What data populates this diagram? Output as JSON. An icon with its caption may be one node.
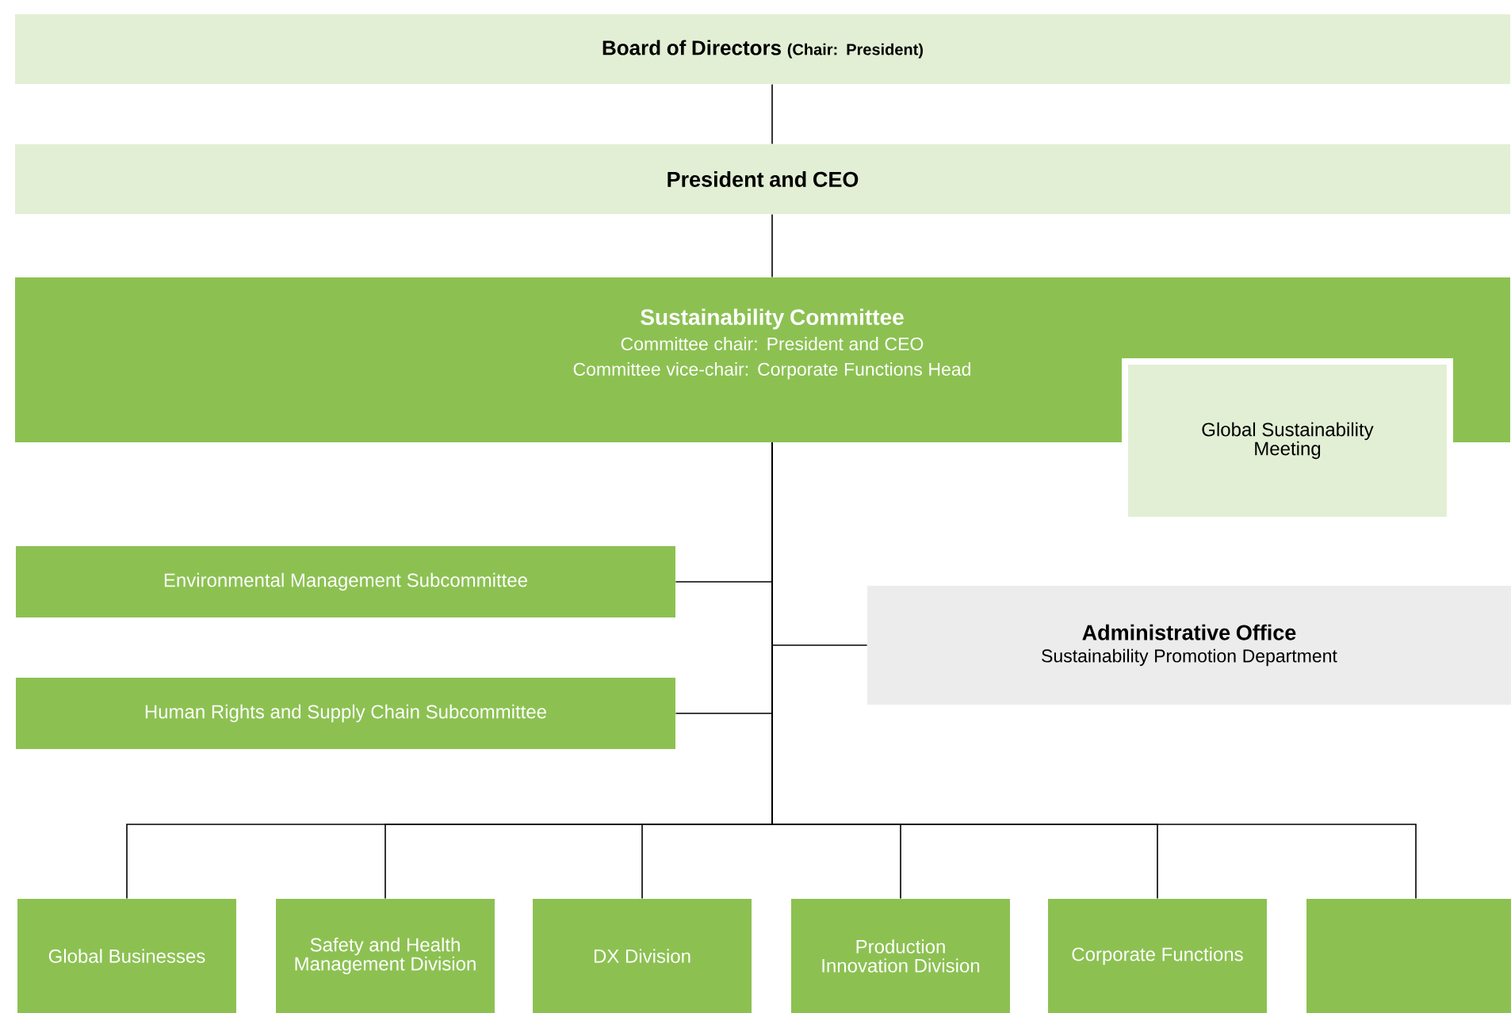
{
  "diagram": {
    "nodes": [
      {
        "text": [
          "Board of Directors",
          "(Chair: President)"
        ]
      },
      {
        "text": [
          "President and CEO"
        ]
      },
      {
        "text": [
          "Sustainability Committee",
          "Committee chair: President and CEO",
          "Committee vice-chair: Corporate Functions Head"
        ]
      },
      {
        "text": [
          "Global Sustainability Meeting"
        ]
      },
      {
        "text": [
          "Environmental Management Subcommittee"
        ]
      },
      {
        "text": [
          "Human Rights and Supply Chain Subcommittee"
        ]
      },
      {
        "text": [
          "Administrative Office",
          "Sustainability Promotion Department"
        ]
      },
      {
        "text": [
          "Global Businesses"
        ]
      },
      {
        "text": [
          "Safety and Health Management Division"
        ]
      },
      {
        "text": [
          "DX Division"
        ]
      },
      {
        "text": [
          "Production Innovation Division"
        ]
      },
      {
        "text": [
          "Corporate Functions"
        ]
      },
      {
        "text": [],
        "shape": "box"
      }
    ],
    "edges": [
      {
        "from": 0,
        "to": 1,
        "arrow": "none"
      },
      {
        "from": 1,
        "to": 2,
        "arrow": "none"
      },
      {
        "from": 2,
        "to": 4,
        "arrow": "none"
      },
      {
        "from": 2,
        "to": 6,
        "arrow": "none"
      },
      {
        "from": 2,
        "to": 5,
        "arrow": "none"
      },
      {
        "from": 2,
        "to": 7,
        "arrow": "none"
      },
      {
        "from": 2,
        "to": 8,
        "arrow": "none"
      },
      {
        "from": 2,
        "to": 9,
        "arrow": "none"
      },
      {
        "from": 2,
        "to": 10,
        "arrow": "none"
      },
      {
        "from": 2,
        "to": 11,
        "arrow": "none"
      },
      {
        "from": 2,
        "to": 12,
        "arrow": "none"
      }
    ]
  }
}
